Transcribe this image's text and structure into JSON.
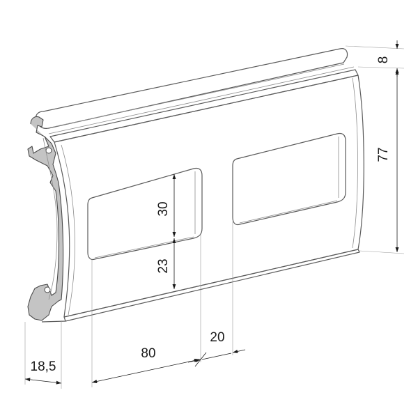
{
  "dimensions": {
    "top_lip": "8",
    "height": "77",
    "window_height": "30",
    "bottom_margin": "23",
    "window_width": "80",
    "window_gap": "20",
    "thickness": "18,5"
  },
  "colors": {
    "face": "#f4f4f4",
    "rail": "#ececec",
    "edge": "#5a5a5a",
    "section": "#b8b8b8",
    "dimension": "#1a1a1a"
  }
}
